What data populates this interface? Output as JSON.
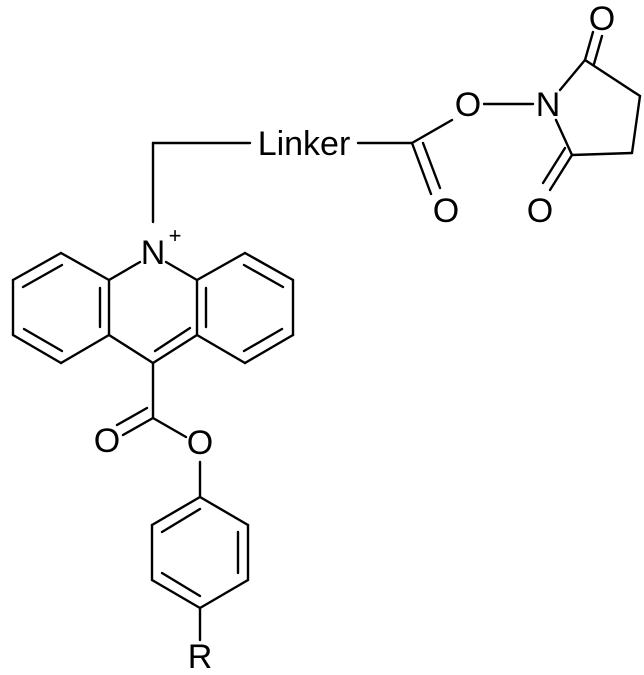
{
  "labels": {
    "linker": "Linker",
    "ester_o": "O",
    "n_oxygen": "O",
    "succinimide_n": "N",
    "succinimide_o_top": "O",
    "succinimide_o_bottom": "O",
    "carbonyl_o_linker": "O",
    "acridinium_n": "N",
    "charge": "+",
    "carbonyl_o_acr": "O",
    "phenoxy_o": "O",
    "substituent": "R"
  },
  "colors": {
    "ink": "#000000",
    "background": "#ffffff"
  }
}
